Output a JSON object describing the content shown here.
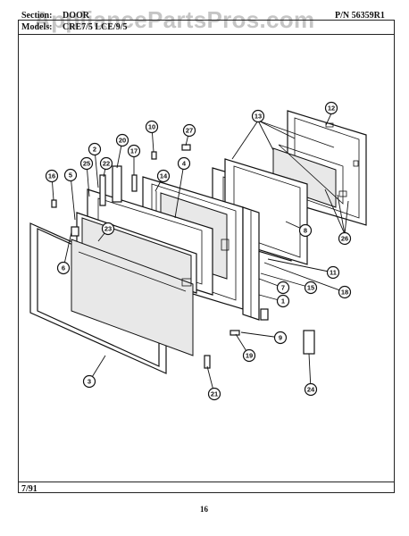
{
  "header": {
    "section_label": "Section:",
    "section_value": "DOOR",
    "pn": "P/N 56359R1",
    "models_label": "Models:",
    "models_value": "CRE7/5 LCE/9/5"
  },
  "watermark": "AppliancePartsPros.com",
  "footer": {
    "date": "7/91",
    "page_number": "16"
  },
  "callouts": [
    "1",
    "2",
    "3",
    "4",
    "5",
    "6",
    "7",
    "8",
    "9",
    "10",
    "11",
    "12",
    "13",
    "14",
    "15",
    "16",
    "17",
    "18",
    "19",
    "20",
    "21",
    "22",
    "23",
    "24",
    "25",
    "26",
    "27"
  ]
}
